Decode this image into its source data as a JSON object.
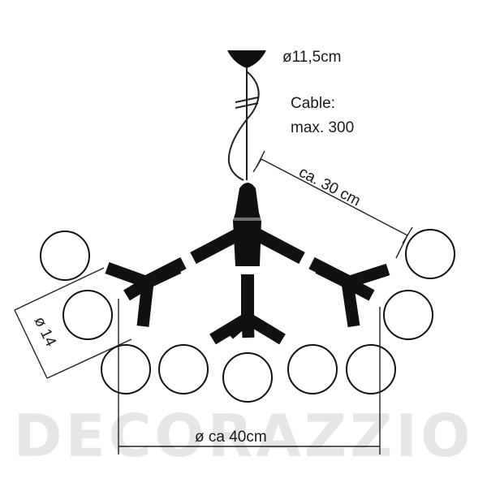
{
  "labels": {
    "canopy_diameter": "ø11,5cm",
    "cable_line1": "Cable:",
    "cable_line2": "max. 300",
    "arm_length": "ca. 30 cm",
    "globe_diameter": "ø 14",
    "overall_diameter": "ø ca 40cm"
  },
  "watermark": "DECORAZZIO",
  "colors": {
    "fixture": "#111111",
    "line": "#222222",
    "watermark": "#e6e6e6"
  }
}
